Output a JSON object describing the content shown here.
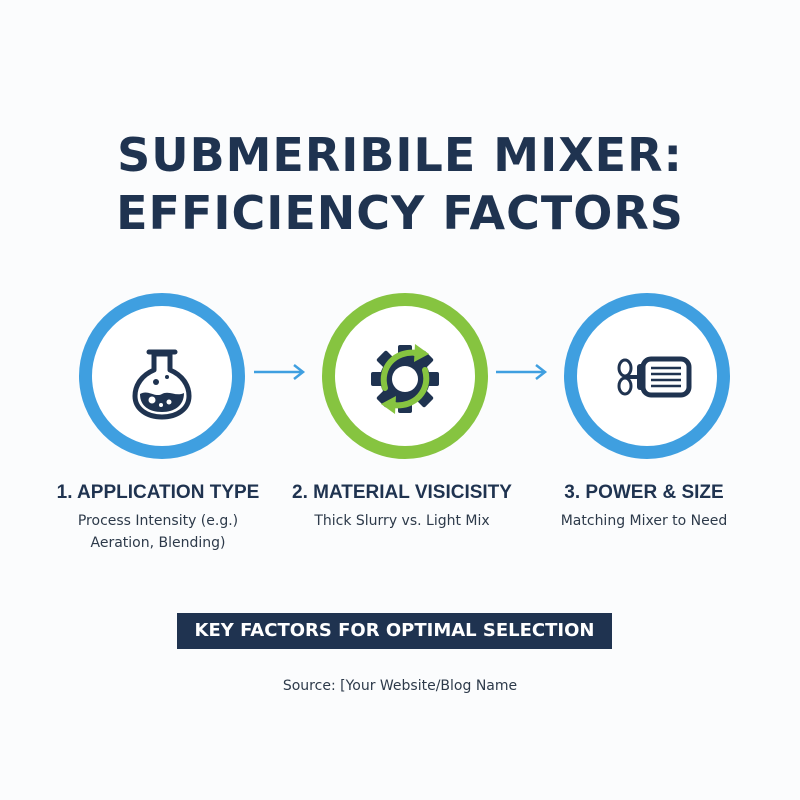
{
  "title": {
    "line1": "SUBMERIBILE MIXER:",
    "line2": "EFFICIENCY FACTORS"
  },
  "steps": [
    {
      "title": "1. APPLICATION TYPE",
      "desc_line1": "Process Intensity (e.g.)",
      "desc_line2": "Aeration, Blending)",
      "icon": "flask-icon",
      "ring_color": "#3f9fe0"
    },
    {
      "title": "2. MATERIAL VISICISITY",
      "desc_line1": "Thick Slurry vs. Light Mix",
      "desc_line2": "",
      "icon": "gear-cycle-icon",
      "ring_color": "#86c440"
    },
    {
      "title": "3. POWER & SIZE",
      "desc_line1": "Matching Mixer to Need",
      "desc_line2": "",
      "icon": "motor-icon",
      "ring_color": "#3f9fe0"
    }
  ],
  "banner": "KEY FACTORS FOR OPTIMAL SELECTION",
  "source": "Source: [Your Website/Blog Name",
  "colors": {
    "navy": "#1f3350",
    "blue": "#3f9fe0",
    "green": "#86c440"
  }
}
